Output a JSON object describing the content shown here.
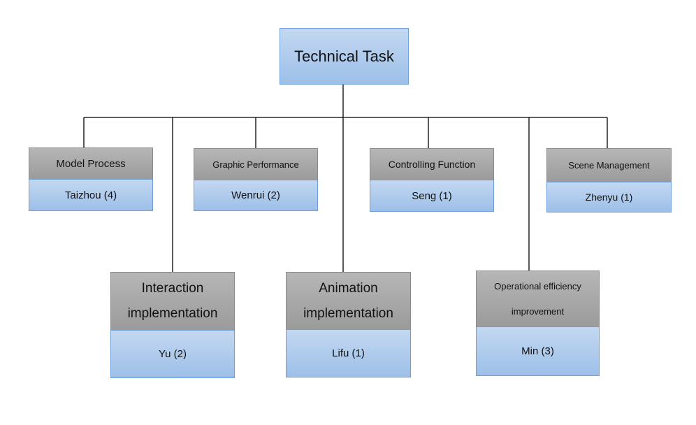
{
  "root": {
    "title": "Technical Task"
  },
  "tasks": [
    {
      "name": "Model Process",
      "owner": "Taizhou (4)"
    },
    {
      "name": "Graphic Performance",
      "owner": "Wenrui (2)"
    },
    {
      "name": "Controlling Function",
      "owner": "Seng (1)"
    },
    {
      "name": "Scene Management",
      "owner": "Zhenyu (1)"
    },
    {
      "name": "Interaction implementation",
      "owner": "Yu (2)"
    },
    {
      "name": "Animation implementation",
      "owner": "Lifu (1)"
    },
    {
      "name": "Operational efficiency improvement",
      "owner": "Min (3)"
    }
  ]
}
